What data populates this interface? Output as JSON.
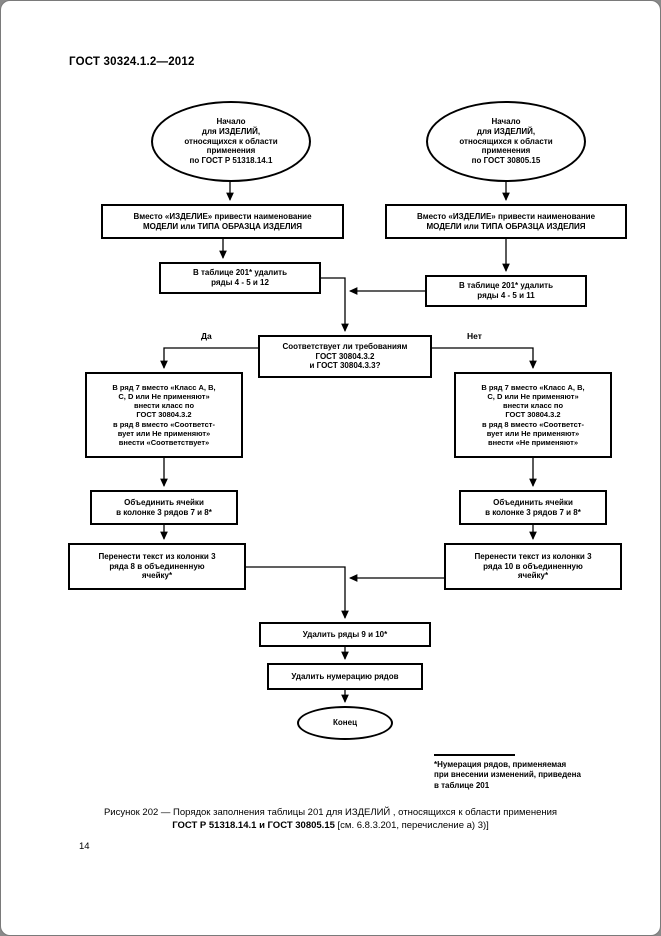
{
  "page": {
    "header": "ГОСТ 30324.1.2—2012",
    "page_number": "14"
  },
  "flowchart": {
    "start_left": "Начало\nдля ИЗДЕЛИЙ,\nотносящихся к области\nприменения\nпо ГОСТ Р 51318.14.1",
    "start_right": "Начало\nдля ИЗДЕЛИЙ,\nотносящихся к области\nприменения\nпо ГОСТ 30805.15",
    "rename_left": "Вместо «ИЗДЕЛИЕ» привести наименование\nМОДЕЛИ или ТИПА ОБРАЗЦА ИЗДЕЛИЯ",
    "rename_right": "Вместо «ИЗДЕЛИЕ» привести наименование\nМОДЕЛИ или ТИПА ОБРАЗЦА ИЗДЕЛИЯ",
    "delete_left": "В таблице 201* удалить\nряды 4 - 5 и 12",
    "delete_right": "В таблице 201* удалить\nряды 4 - 5 и 11",
    "decision": "Соответствует ли требованиям\nГОСТ 30804.3.2\nи ГОСТ 30804.3.3?",
    "label_yes": "Да",
    "label_no": "Нет",
    "edit_left": "В ряд 7 вместо «Класс А, В,\nС, D или Не применяют»\nвнести класс по\nГОСТ 30804.3.2\nв ряд 8 вместо «Соответст-\nвует или Не применяют»\nвнести «Соответствует»",
    "edit_right": "В ряд 7 вместо «Класс А, В,\nС, D или Не применяют»\nвнести класс по\nГОСТ 30804.3.2\nв ряд 8 вместо «Соответст-\nвует или Не применяют»\nвнести «Не применяют»",
    "merge_left": "Объединить ячейки\nв колонке 3 рядов 7 и 8*",
    "merge_right": "Объединить ячейки\nв колонке 3 рядов 7 и 8*",
    "transfer_left": "Перенести текст из колонки 3\nряда 8 в объединенную\nячейку*",
    "transfer_right": "Перенести текст из колонки 3\nряда 10 в объединенную\nячейку*",
    "delete_rows_final": "Удалить ряды 9 и 10*",
    "delete_numbering": "Удалить нумерацию рядов",
    "end": "Конец",
    "footnote": "*Нумерация рядов, применяемая\nпри внесении изменений, приведена\nв таблице 201"
  },
  "caption": {
    "line1": "Рисунок 202 — Порядок заполнения таблицы 201 для ИЗДЕЛИЙ , относящихся к области применения",
    "line2_bold": "ГОСТ Р 51318.14.1 и ГОСТ 30805.15",
    "line2_rest": " [см. 6.8.3.201, перечисление а) 3)]"
  }
}
